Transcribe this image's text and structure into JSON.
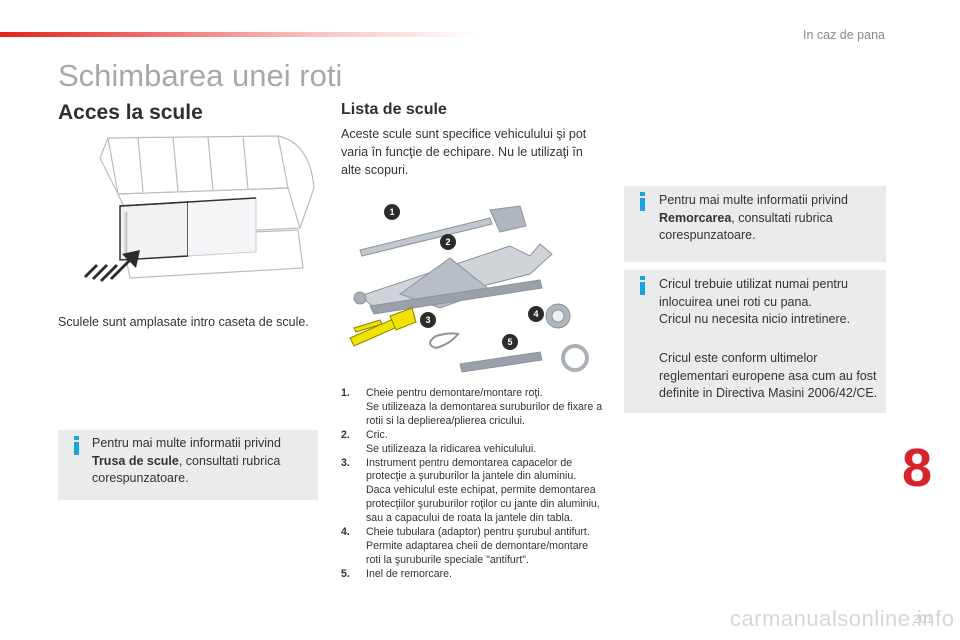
{
  "header": {
    "section_label": "In caz de pana"
  },
  "page_title": "Schimbarea unei roti",
  "left": {
    "heading": "Acces la scule",
    "caption": "Sculele sunt amplasate intro caseta de scule.",
    "info": {
      "bold": "Trusa de scule",
      "pre": "Pentru mai multe informatii privind",
      "post": ", consultati rubrica corespunzatoare."
    }
  },
  "middle": {
    "heading": "Lista de scule",
    "intro": "Aceste scule sunt specifice vehiculului şi pot varia în funcţie de echipare. Nu le utilizaţi în alte scopuri.",
    "illustration_labels": [
      "1",
      "2",
      "3",
      "4",
      "5"
    ],
    "tools": [
      {
        "num": "1.",
        "text": "Cheie pentru demontare/montare roţi.",
        "desc": "Se utilizeaza la demontarea suruburilor de fixare a rotii si la deplierea/plierea cricului."
      },
      {
        "num": "2.",
        "text": "Cric.",
        "desc": "Se utilizeaza la ridicarea vehiculului."
      },
      {
        "num": "3.",
        "text": "Instrument pentru demontarea capacelor de protecţie a şuruburilor la jantele din aluminiu.",
        "desc": "Daca vehiculul este echipat, permite demontarea protecţiilor şuruburilor roţilor cu jante din aluminiu, sau a capacului de roata la jantele din tabla."
      },
      {
        "num": "4.",
        "text": "Cheie tubulara (adaptor) pentru şurubul antifurt.",
        "desc": "Permite adaptarea cheii de demontare/montare roti la şuruburile speciale \"antifurt\"."
      },
      {
        "num": "5.",
        "text": "Inel de remorcare.",
        "desc": ""
      }
    ]
  },
  "right": {
    "info1": {
      "pre": "Pentru mai multe informatii privind",
      "bold": "Remorcarea",
      "post": ", consultati rubrica corespunzatoare."
    },
    "info2": {
      "p1": "Cricul trebuie utilizat numai pentru inlocuirea unei roti cu pana.",
      "p1b": "Cricul nu necesita nicio intretinere.",
      "p2": "Cricul este conform ultimelor reglementari europene asa cum au fost definite in Directiva Masini 2006/42/CE."
    }
  },
  "chapter_number": "8",
  "page_number": "201",
  "watermark": "carmanualsonline.info",
  "colors": {
    "accent_red": "#d8232a",
    "info_blue": "#1fa3dc",
    "box_gray": "#e9ebec"
  }
}
